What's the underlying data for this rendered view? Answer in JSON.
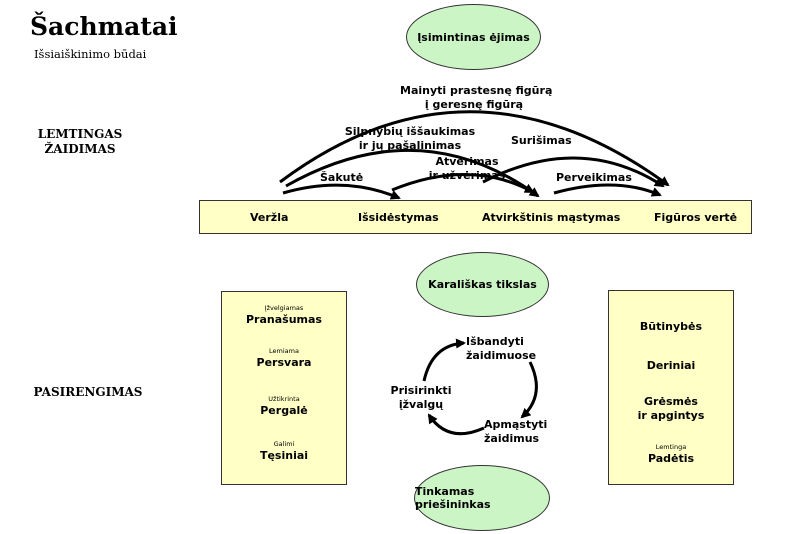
{
  "header": {
    "title": "Šachmatai",
    "subtitle": "Išsiaiškinimo būdai"
  },
  "side_labels": {
    "lemtingas_line1": "LEMTINGAS",
    "lemtingas_line2": "ŽAIDIMAS",
    "pasirengimas": "PASIRENGIMAS"
  },
  "ellipses": {
    "top": "Įsimintinas ėjimas",
    "middle": "Karališkas tikslas",
    "bottom": "Tinkamas priešininkas"
  },
  "bar": {
    "items": [
      "Veržla",
      "Išsidėstymas",
      "Atvirkštinis mąstymas",
      "Figūros vertė"
    ]
  },
  "arcs": {
    "big_line1": "Mainyti prastesnę figūrą",
    "big_line2": "į geresnę figūrą",
    "silpnybiu_line1": "Silpnybių iššaukimas",
    "silpnybiu_line2": "ir jų pašalinimas",
    "atverimas_line1": "Atvėrimas",
    "atverimas_line2": "ir užvėrimas",
    "surisimas": "Surišimas",
    "sakute": "Šakutė",
    "perveikimas": "Perveikimas"
  },
  "left_box": [
    {
      "small": "Įžvelgiamas",
      "big": "Pranašumas"
    },
    {
      "small": "Lemiama",
      "big": "Persvara"
    },
    {
      "small": "Užtikrinta",
      "big": "Pergalė"
    },
    {
      "small": "Galimi",
      "big": "Tęsiniai"
    }
  ],
  "right_box": [
    {
      "big": "Būtinybės"
    },
    {
      "big": "Deriniai"
    },
    {
      "big_line1": "Grėsmės",
      "big_line2": "ir apgintys"
    },
    {
      "small": "Lemtinga",
      "big": "Padėtis"
    }
  ],
  "cycle": {
    "isbandyti_line1": "Išbandyti",
    "isbandyti_line2": "žaidimuose",
    "apmastyti_line1": "Apmąstyti",
    "apmastyti_line2": "žaidimus",
    "prisirinkti_line1": "Prisirinkti",
    "prisirinkti_line2": "įžvalgų"
  },
  "colors": {
    "ellipse_fill": "#ccf5c6",
    "box_fill": "#ffffc6",
    "stroke": "#000000"
  }
}
